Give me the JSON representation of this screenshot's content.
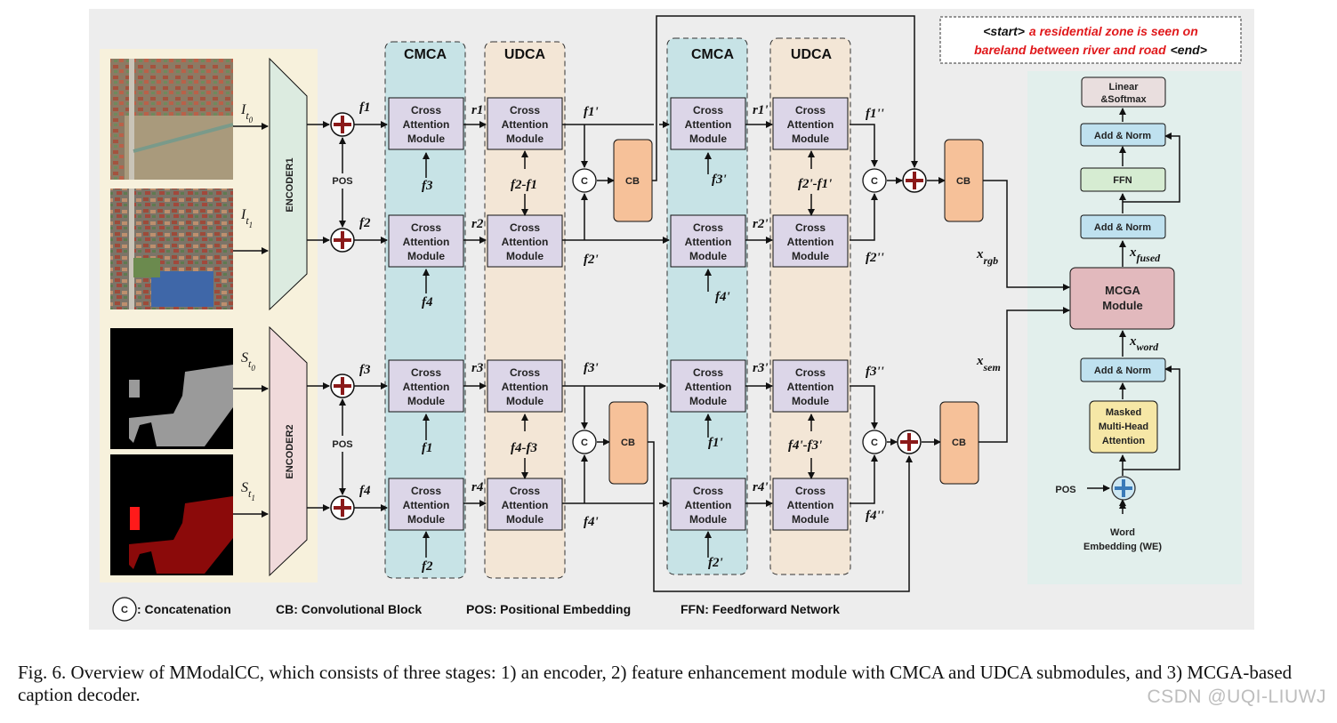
{
  "caption": "Fig. 6.  Overview of MModalCC, which consists of three stages: 1) an encoder, 2) feature enhancement module with CMCA and UDCA submodules, and 3) MCGA-based caption decoder.",
  "watermark": "CSDN @UQI-LIUWJ",
  "encoders": {
    "enc1": "ENCODER1",
    "enc2": "ENCODER2"
  },
  "inputs": {
    "i_t0": "I",
    "i_t0_sub": "t",
    "i_t0_subsub": "0",
    "i_t1": "I",
    "i_t1_sub": "t",
    "i_t1_subsub": "1",
    "s_t0": "S",
    "s_t0_sub": "t",
    "s_t0_subsub": "0",
    "s_t1": "S",
    "s_t1_sub": "t",
    "s_t1_subsub": "1"
  },
  "pos": "POS",
  "stage_labels": {
    "cmca": "CMCA",
    "udca": "UDCA"
  },
  "cross_attention": [
    "Cross",
    "Attention",
    "Module"
  ],
  "cb": "CB",
  "concat_symbol": "C",
  "features": {
    "f1": "f1",
    "f2": "f2",
    "f3": "f3",
    "f4": "f4",
    "r1": "r1",
    "r2": "r2",
    "r3": "r3",
    "r4": "r4",
    "f1p": "f1'",
    "f2p": "f2'",
    "f3p": "f3'",
    "f4p": "f4'",
    "r1p": "r1'",
    "r2p": "r2'",
    "r3p": "r3'",
    "r4p": "r4'",
    "f1pp": "f1''",
    "f2pp": "f2''",
    "f3pp": "f3''",
    "f4pp": "f4''",
    "f2_f1": "f2-f1",
    "f4_f3": "f4-f3",
    "f2p_f1p": "f2'-f1'",
    "f4p_f3p": "f4'-f3'"
  },
  "decoder": {
    "linear": [
      "Linear",
      "&Softmax"
    ],
    "add_norm": "Add & Norm",
    "ffn": "FFN",
    "mcga": [
      "MCGA",
      "Module"
    ],
    "masked": [
      "Masked",
      "Multi-Head",
      "Attention"
    ],
    "word_embedding": [
      "Word",
      "Embedding (WE)"
    ],
    "x_fused": "x",
    "x_fused_sub": "fused",
    "x_word": "x",
    "x_word_sub": "word",
    "x_rgb": "x",
    "x_rgb_sub": "rgb",
    "x_sem": "x",
    "x_sem_sub": "sem"
  },
  "sample_caption": {
    "start": "<start>",
    "line1": "a residential zone is seen on",
    "line2": "bareland between river and road",
    "end": "<end>"
  },
  "legend": {
    "concat": ": Concatenation",
    "cb": "CB: Convolutional Block",
    "pos": "POS: Positional Embedding",
    "ffn": "FFN: Feedforward Network"
  },
  "colors": {
    "panel_bg": "#ededed",
    "encoder_bg": "#f7f1dc",
    "decoder_bg": "#e2efec",
    "cmca_bg": "#c7e3e6",
    "udca_bg": "#f3e6d6",
    "cross_box": "#dcd6e8",
    "cb_box": "#f6c199",
    "enc1": "#dcebe0",
    "enc2": "#f0dadb",
    "add_norm": "#bfe1ef",
    "ffn": "#d6ecd2",
    "mcga": "#e2b9bd",
    "linear": "#e9dede",
    "masked": "#f6e7a6",
    "red_text": "#e0181b"
  }
}
